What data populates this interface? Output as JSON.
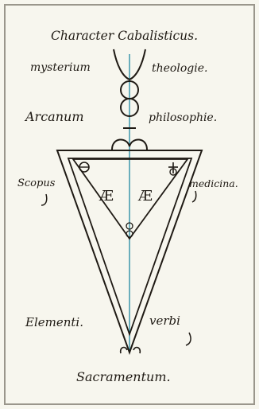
{
  "colors": {
    "paper": "#f7f6ee",
    "ink": "#1f1a14",
    "axis_line": "#2e8fa6",
    "border": "#9a968c"
  },
  "labels": {
    "title": "Character Cabalisticus.",
    "mysterium": "mysterium",
    "theologie": "theologie.",
    "arcanum": "Arcanum",
    "philosophie": "philosophie.",
    "scopus": "Scopus",
    "medicina": "medicina.",
    "elementi": "Elementi.",
    "verbi": "verbi",
    "ligature_left": "Æ",
    "ligature_right": "Æ",
    "sacramentum": "Sacramentum."
  }
}
